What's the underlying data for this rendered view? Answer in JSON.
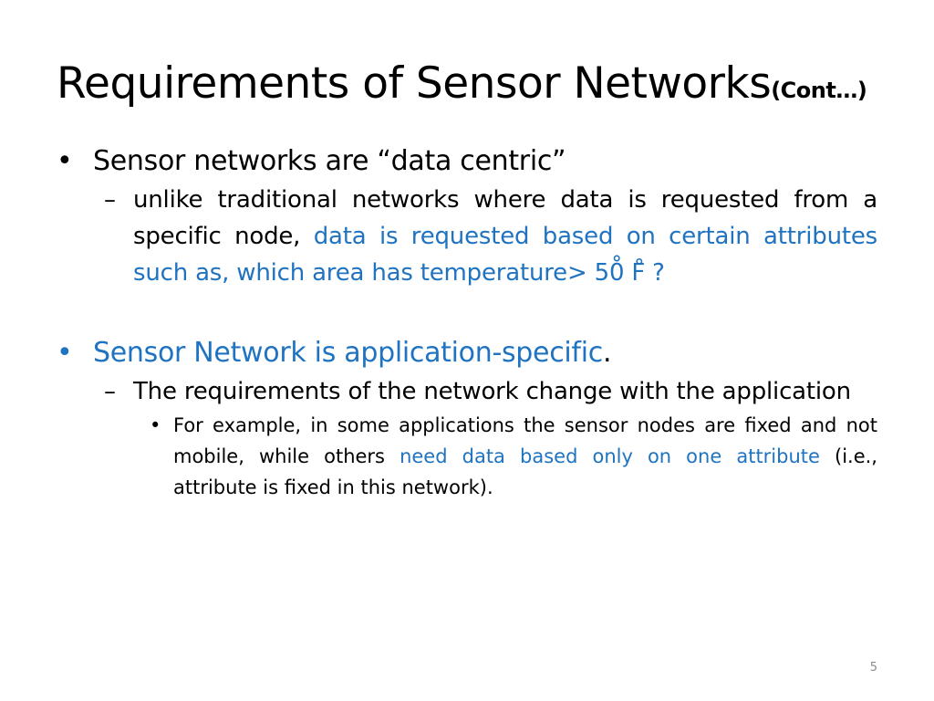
{
  "title": {
    "main": "Requirements of Sensor Networks",
    "suffix": "(Cont…)"
  },
  "items": [
    {
      "text": "Sensor networks are “data centric”",
      "sub": {
        "text_plain": "unlike traditional networks where data is requested from a specific node, ",
        "text_highlight": "data is requested based on certain attributes such as, which area has temperature> 50̊ F̊ ?"
      }
    },
    {
      "text_highlight": "Sensor Network is application-specific",
      "text_tail": ".",
      "sub": {
        "text": "The requirements of the network change with the application",
        "subsub": {
          "text_plain": "For example, in some applications the sensor nodes are fixed and not mobile, while others ",
          "text_highlight": "need data based only on one attribute",
          "text_tail": " (i.e., attribute is fixed in this network)."
        }
      }
    }
  ],
  "bullets": {
    "level1": "•",
    "level2": "–",
    "level3": "•"
  },
  "page_number": "5",
  "colors": {
    "accent_blue": "#1f73c0",
    "text": "#000000",
    "page_number": "#8c8c8c"
  }
}
